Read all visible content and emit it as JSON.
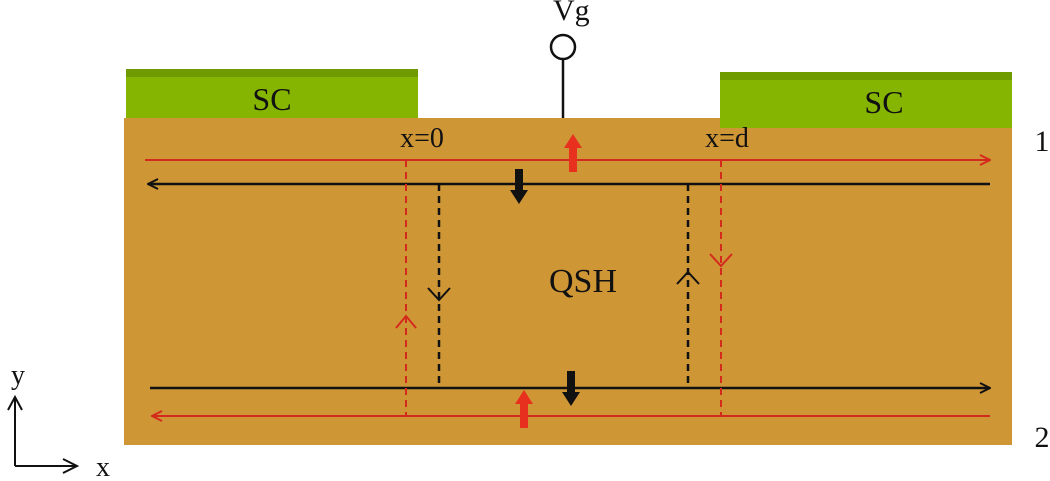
{
  "labels": {
    "gate": "Vg",
    "sc_left": "SC",
    "sc_right": "SC",
    "x0": "x=0",
    "xd": "x=d",
    "center": "QSH",
    "edge_top": "1",
    "edge_bottom": "2",
    "axis_y": "y",
    "axis_x": "x"
  },
  "colors": {
    "qsh_body": "#cf9636",
    "superconductor": "#85b500",
    "superconductor_top": "#6f9a00",
    "red_channel": "#d42a1e",
    "black_channel": "#111111",
    "spin_up_arrow": "#e8301e",
    "spin_down_arrow": "#111111"
  },
  "icons": {
    "gate_terminal": "open-circle-terminal",
    "spin_up": "red-block-arrow-up",
    "spin_down": "black-block-arrow-down",
    "axes": "xy-axes-icon"
  }
}
